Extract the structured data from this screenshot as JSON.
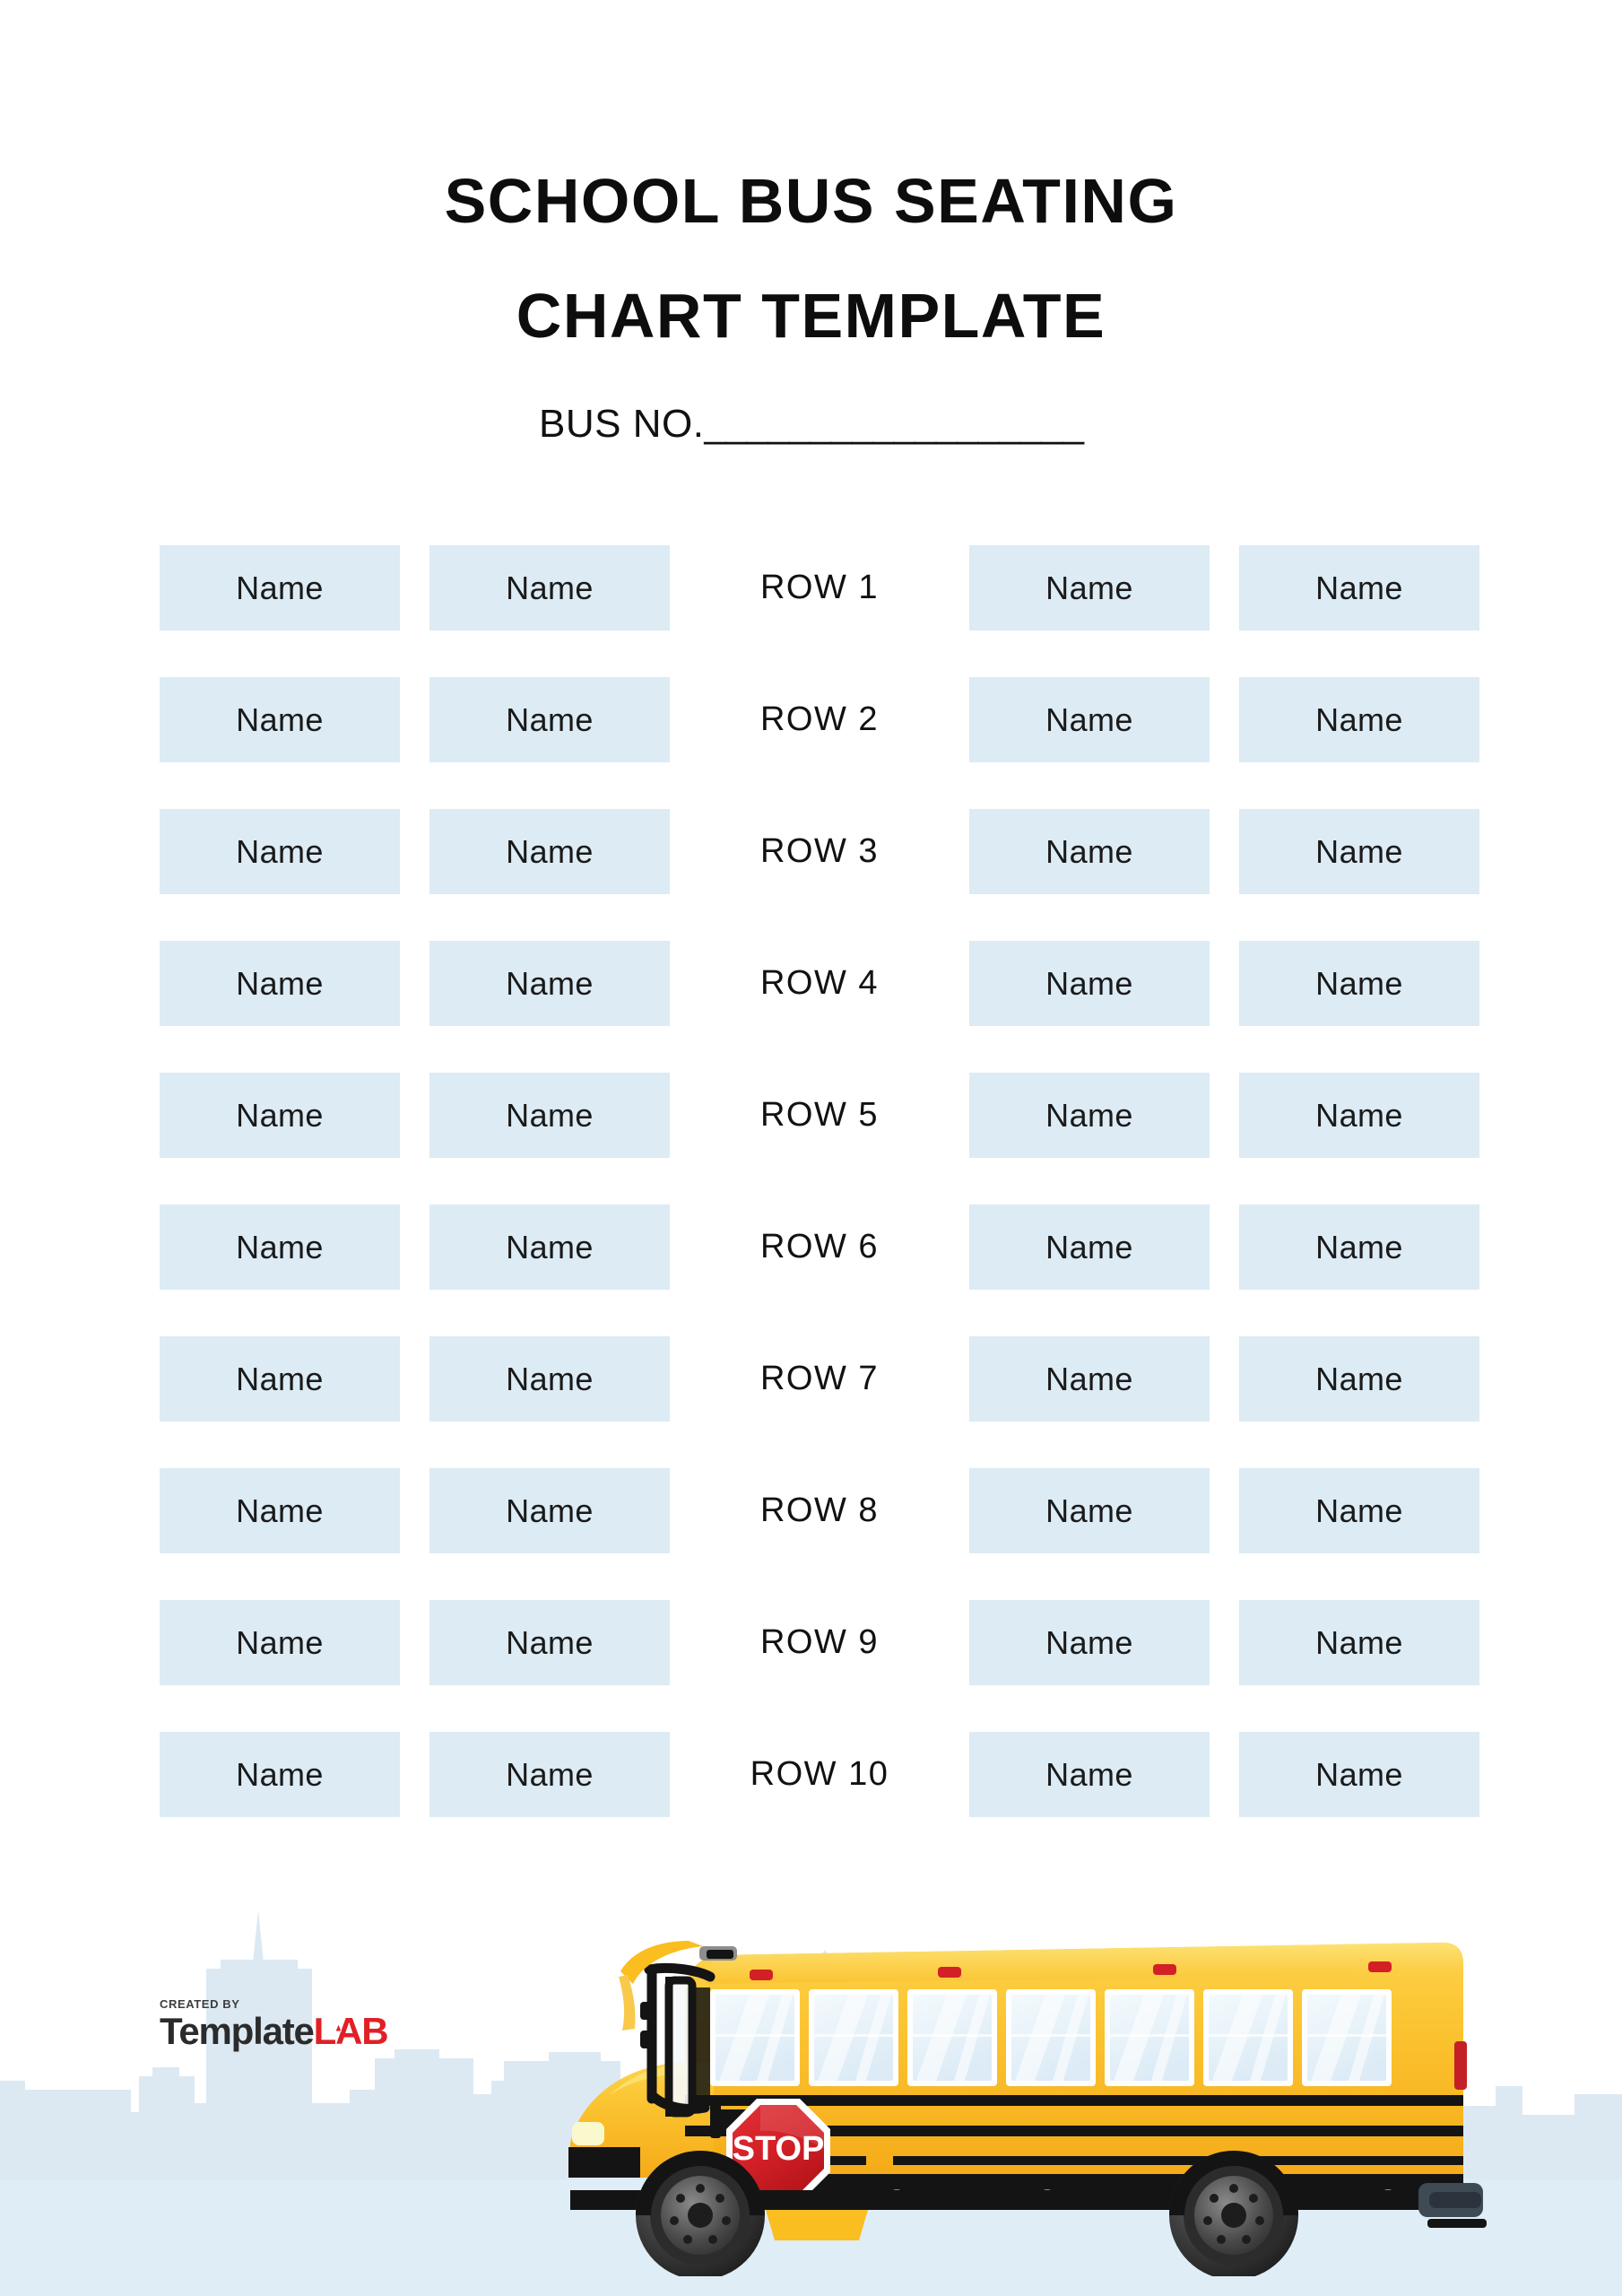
{
  "document": {
    "title_line_1": "SCHOOL BUS SEATING",
    "title_line_2": "CHART TEMPLATE",
    "bus_no_label": "BUS NO.",
    "bus_no_blank": "__________________"
  },
  "colors": {
    "page_background": "#ffffff",
    "seat_cell_background": "#dcebf4",
    "skyline": "#dce9f3",
    "ground": "#dfedf6",
    "text": "#111111",
    "bus_body": "#fbbe20",
    "bus_body_light": "#fdd34b",
    "bus_body_dark": "#f2a81b",
    "bus_stripe": "#141414",
    "bus_window_glass": "#e8f2fa",
    "bus_window_frame": "#ffffff",
    "stop_sign_red": "#d32027",
    "tire_black": "#1c1c1c",
    "hub_gray": "#6e6e6e",
    "marker_amber": "#f4741f",
    "marker_red": "#d32027",
    "logo_dark": "#2b2b2b",
    "logo_red": "#e12026"
  },
  "grid": {
    "columns": [
      "Name",
      "Name",
      "ROW",
      "Name",
      "Name"
    ],
    "seat_label": "Name",
    "rows": [
      {
        "row_label": "ROW 1",
        "left": [
          "Name",
          "Name"
        ],
        "right": [
          "Name",
          "Name"
        ]
      },
      {
        "row_label": "ROW 2",
        "left": [
          "Name",
          "Name"
        ],
        "right": [
          "Name",
          "Name"
        ]
      },
      {
        "row_label": "ROW 3",
        "left": [
          "Name",
          "Name"
        ],
        "right": [
          "Name",
          "Name"
        ]
      },
      {
        "row_label": "ROW 4",
        "left": [
          "Name",
          "Name"
        ],
        "right": [
          "Name",
          "Name"
        ]
      },
      {
        "row_label": "ROW 5",
        "left": [
          "Name",
          "Name"
        ],
        "right": [
          "Name",
          "Name"
        ]
      },
      {
        "row_label": "ROW 6",
        "left": [
          "Name",
          "Name"
        ],
        "right": [
          "Name",
          "Name"
        ]
      },
      {
        "row_label": "ROW 7",
        "left": [
          "Name",
          "Name"
        ],
        "right": [
          "Name",
          "Name"
        ]
      },
      {
        "row_label": "ROW 8",
        "left": [
          "Name",
          "Name"
        ],
        "right": [
          "Name",
          "Name"
        ]
      },
      {
        "row_label": "ROW 9",
        "left": [
          "Name",
          "Name"
        ],
        "right": [
          "Name",
          "Name"
        ]
      },
      {
        "row_label": "ROW 10",
        "left": [
          "Name",
          "Name"
        ],
        "right": [
          "Name",
          "Name"
        ]
      }
    ]
  },
  "illustration": {
    "bus": {
      "name": "school-bus",
      "stop_sign_text": "STOP",
      "window_count": 7
    },
    "skyline": {
      "name": "city-skyline-silhouette"
    }
  },
  "logo": {
    "created_by": "CREATED BY",
    "name_part_1": "Template",
    "name_part_2": "LAB",
    "flask_icon": "flask-icon"
  }
}
